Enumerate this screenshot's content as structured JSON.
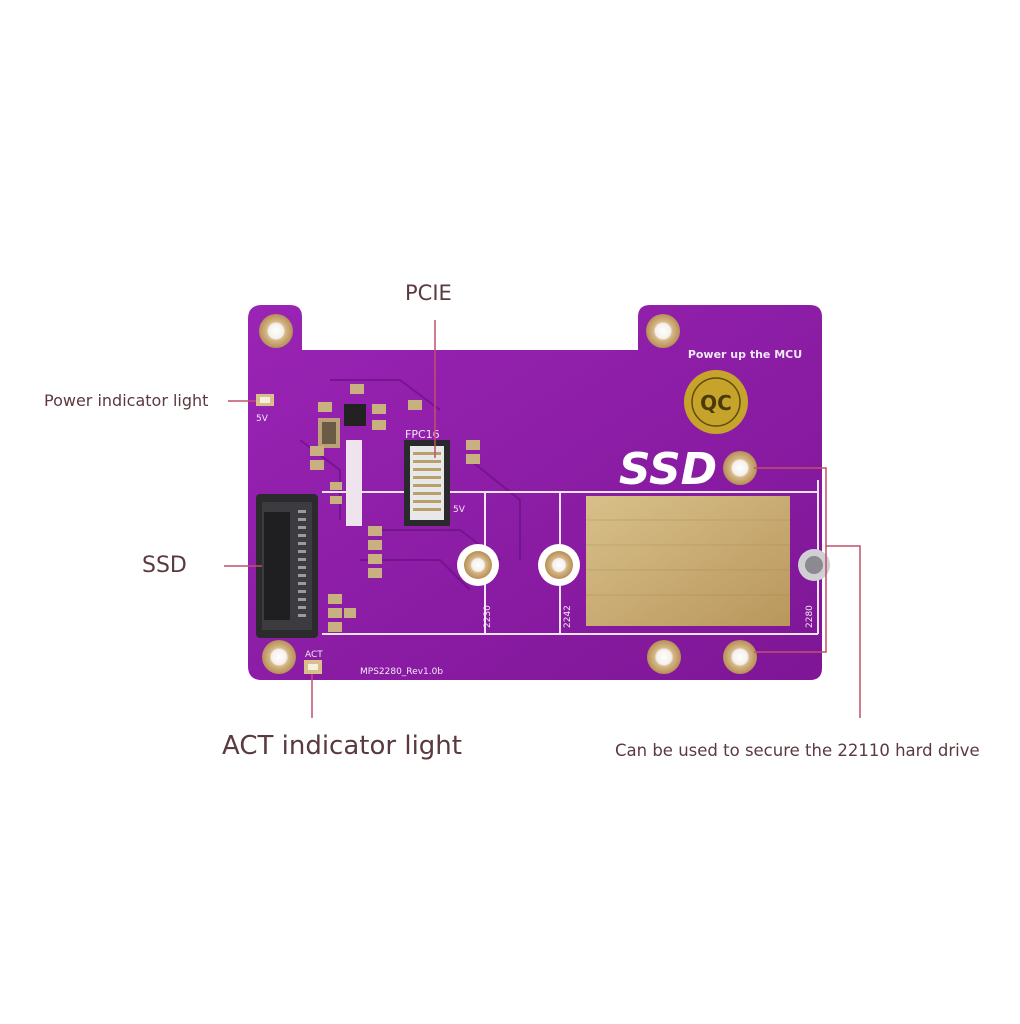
{
  "callouts": {
    "pcie": "PCIE",
    "power": "Power indicator light",
    "ssd": "SSD",
    "act": "ACT indicator light",
    "secure": "Can be used to secure the 22110 hard drive"
  },
  "board": {
    "power_up_text": "Power up the MCU",
    "ssd_text": "SSD",
    "fpc_label": "FPC16",
    "fpc_5v": "5V",
    "power_5v": "5V",
    "act_label": "ACT",
    "revision": "MPS2280_Rev1.0b",
    "slot_2230": "2230",
    "slot_2242": "2242",
    "slot_2280": "2280",
    "qc_sticker": "QC"
  },
  "colors": {
    "pcb": "#8e1ea8",
    "pcb_dark": "#6f1286",
    "gold": "#c9a86a",
    "callout_line": "#c0506a",
    "text": "#5a3a3e"
  }
}
